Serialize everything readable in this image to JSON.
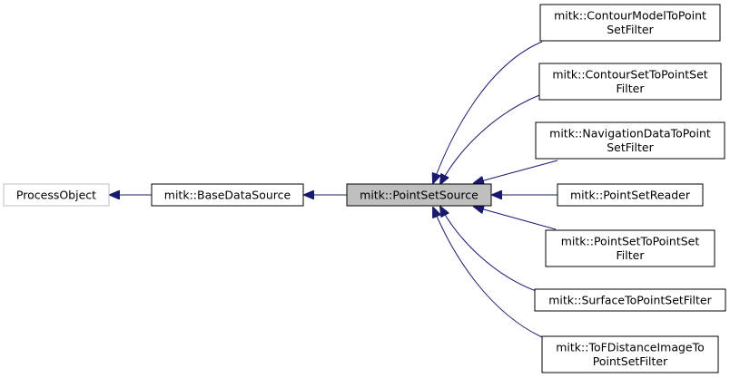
{
  "nodes": {
    "process_object": {
      "lines": [
        "ProcessObject"
      ]
    },
    "base_data_source": {
      "lines": [
        "mitk::BaseDataSource"
      ]
    },
    "point_set_source": {
      "lines": [
        "mitk::PointSetSource"
      ]
    },
    "contour_model_filter": {
      "lines": [
        "mitk::ContourModelToPoint",
        "SetFilter"
      ]
    },
    "contour_set_filter": {
      "lines": [
        "mitk::ContourSetToPointSet",
        "Filter"
      ]
    },
    "navigation_data_filter": {
      "lines": [
        "mitk::NavigationDataToPoint",
        "SetFilter"
      ]
    },
    "point_set_reader": {
      "lines": [
        "mitk::PointSetReader"
      ]
    },
    "point_set_to_point_set_filter": {
      "lines": [
        "mitk::PointSetToPointSet",
        "Filter"
      ]
    },
    "surface_filter": {
      "lines": [
        "mitk::SurfaceToPointSetFilter"
      ]
    },
    "tof_filter": {
      "lines": [
        "mitk::ToFDistanceImageTo",
        "PointSetFilter"
      ]
    }
  },
  "colors": {
    "edge": "#191970",
    "node_border": "#000000",
    "external_border": "#bfbfbf",
    "highlight_fill": "#bfbfbf",
    "text": "#000000"
  }
}
